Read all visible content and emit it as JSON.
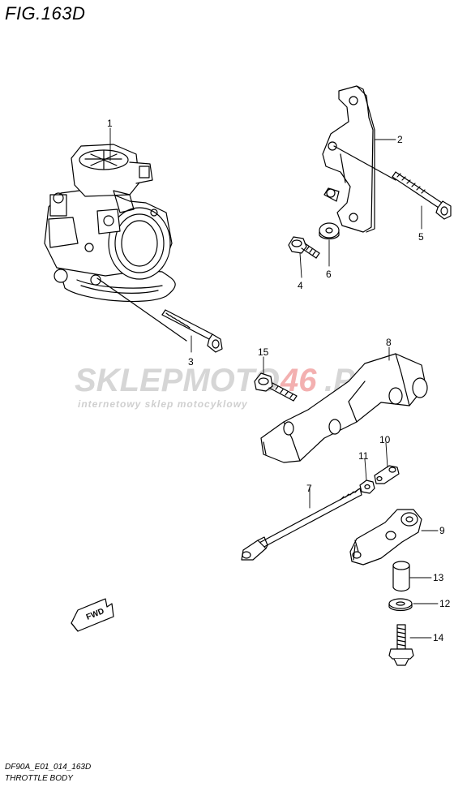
{
  "figure": {
    "title": "FIG.163D",
    "code": "DF90A_E01_014_163D",
    "name": "THROTTLE BODY"
  },
  "watermark": {
    "brand_left": "SKLEPMOTO",
    "brand_accent": "46",
    "brand_right": ".PL",
    "tagline": "internetowy sklep motocyklowy",
    "accent_color": "#e88a8a"
  },
  "fwd_label": "FWD",
  "callouts": [
    "1",
    "2",
    "3",
    "4",
    "5",
    "6",
    "7",
    "8",
    "9",
    "10",
    "11",
    "12",
    "13",
    "14",
    "15"
  ]
}
